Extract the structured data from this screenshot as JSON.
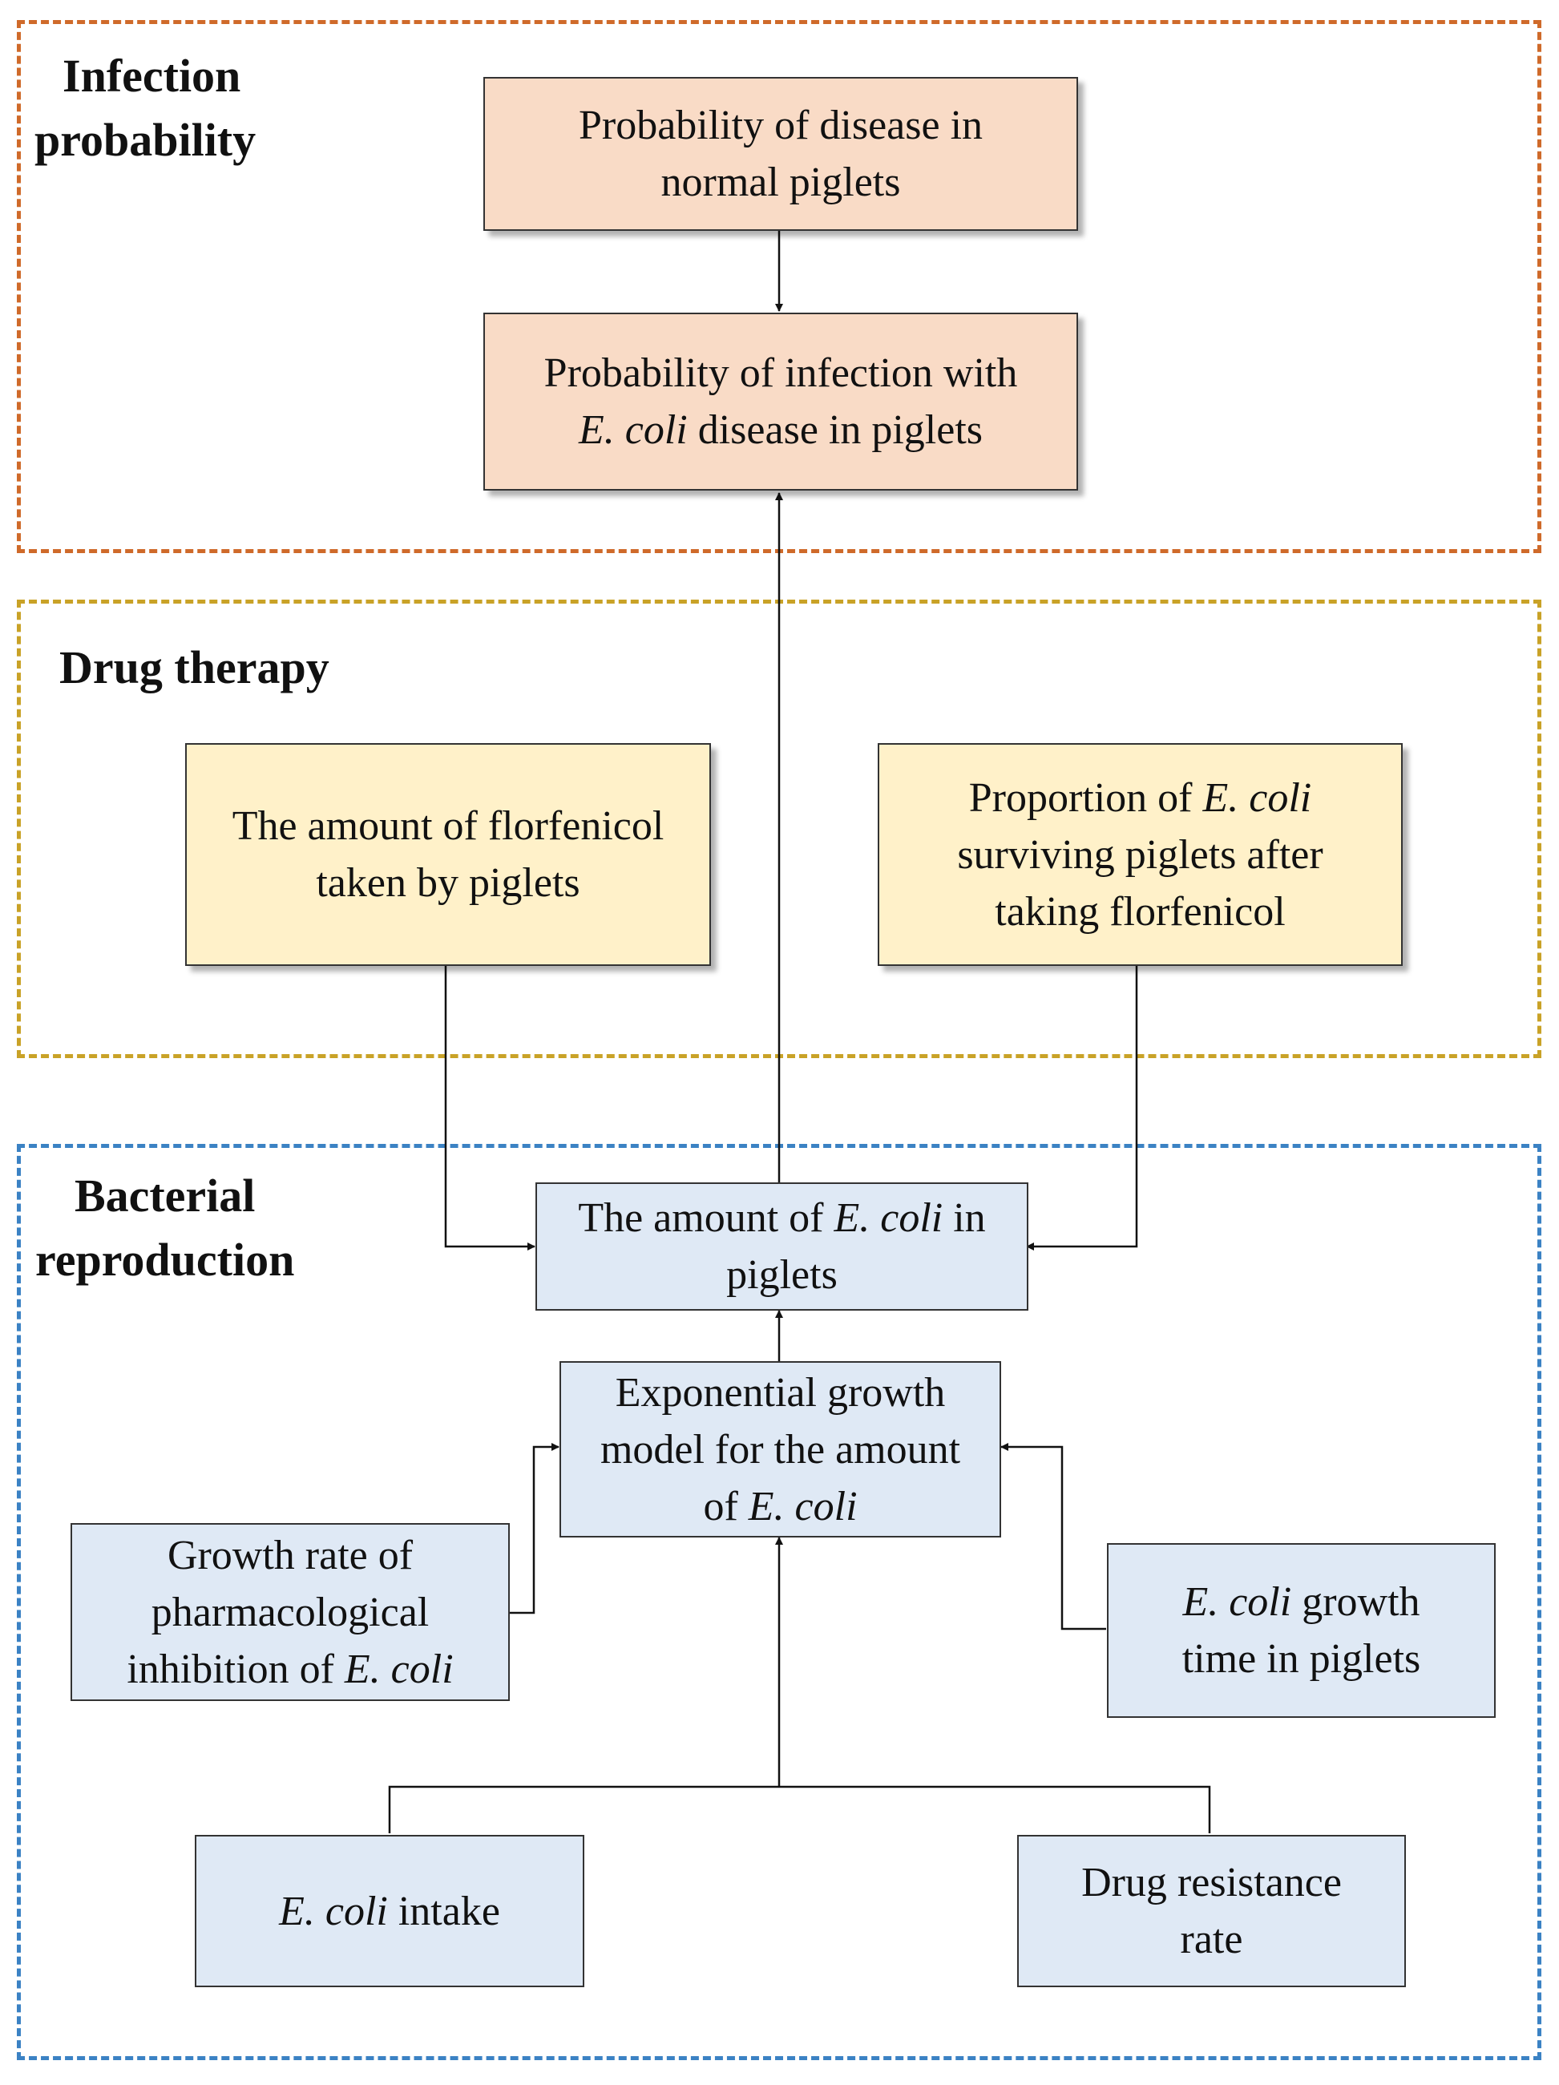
{
  "regions": {
    "infection": {
      "title_line1": "Infection",
      "title_line2": "probability",
      "border_color": "#cf6a2a"
    },
    "drug": {
      "title": "Drug therapy",
      "border_color": "#c9a227"
    },
    "bacteria": {
      "title_line1": "Bacterial",
      "title_line2": "reproduction",
      "border_color": "#3b82c4"
    }
  },
  "nodes": {
    "normal_disease": {
      "line1": "Probability of disease in",
      "line2": "normal piglets"
    },
    "infection_prob": {
      "line1": "Probability of infection with",
      "line2_italic": "E. coli",
      "line2_rest": " disease in piglets"
    },
    "florfenicol_amount": {
      "line1": "The amount of florfenicol",
      "line2": "taken by piglets"
    },
    "surviving_proportion": {
      "line1_text": "Proportion of ",
      "line1_italic": "E. coli",
      "line2": "surviving piglets after",
      "line3": "taking florfenicol"
    },
    "ecoli_amount": {
      "line1_text": "The amount of ",
      "line1_italic": "E. coli",
      "line1_rest": " in",
      "line2": "piglets"
    },
    "growth_model": {
      "line1": "Exponential growth",
      "line2": "model for the amount",
      "line3_text": "of ",
      "line3_italic": "E. coli"
    },
    "inhibition_rate": {
      "line1": "Growth rate of",
      "line2": "pharmacological",
      "line3_text": "inhibition of ",
      "line3_italic": "E. coli"
    },
    "growth_time": {
      "line1_italic": "E. coli",
      "line1_rest": " growth",
      "line2": "time in piglets"
    },
    "intake": {
      "italic": "E. coli",
      "rest": " intake"
    },
    "resistance": {
      "line1": "Drug resistance",
      "line2": "rate"
    }
  },
  "colors": {
    "orange_fill": "#f9dbc6",
    "yellow_fill": "#fff1c9",
    "blue_fill": "#dfe9f5",
    "connector": "#111111"
  }
}
